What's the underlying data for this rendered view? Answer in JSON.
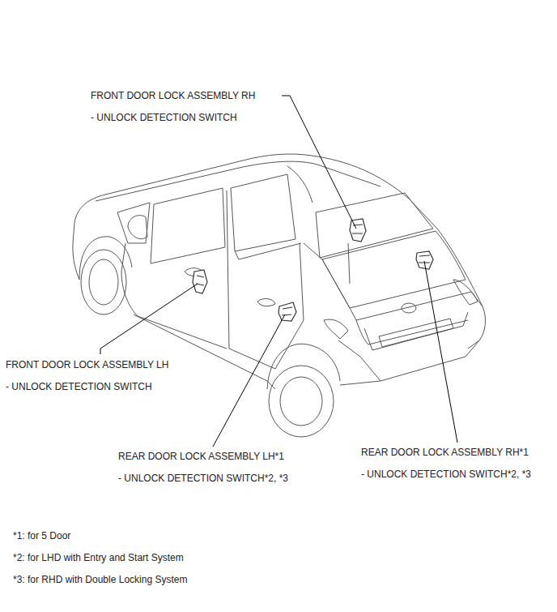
{
  "diagram": {
    "labels": [
      "FRONT DOOR LOCK ASSEMBLY RH",
      "- UNLOCK DETECTION SWITCH",
      "FRONT DOOR LOCK ASSEMBLY LH",
      "- UNLOCK DETECTION SWITCH",
      "REAR DOOR LOCK ASSEMBLY LH*1",
      "- UNLOCK DETECTION SWITCH*2, *3",
      "REAR DOOR LOCK ASSEMBLY RH*1",
      "- UNLOCK DETECTION SWITCH*2, *3",
      "*1: for 5 Door",
      "*2: for LHD with Entry and Start System",
      "*3: for RHD with Double Locking System"
    ]
  }
}
